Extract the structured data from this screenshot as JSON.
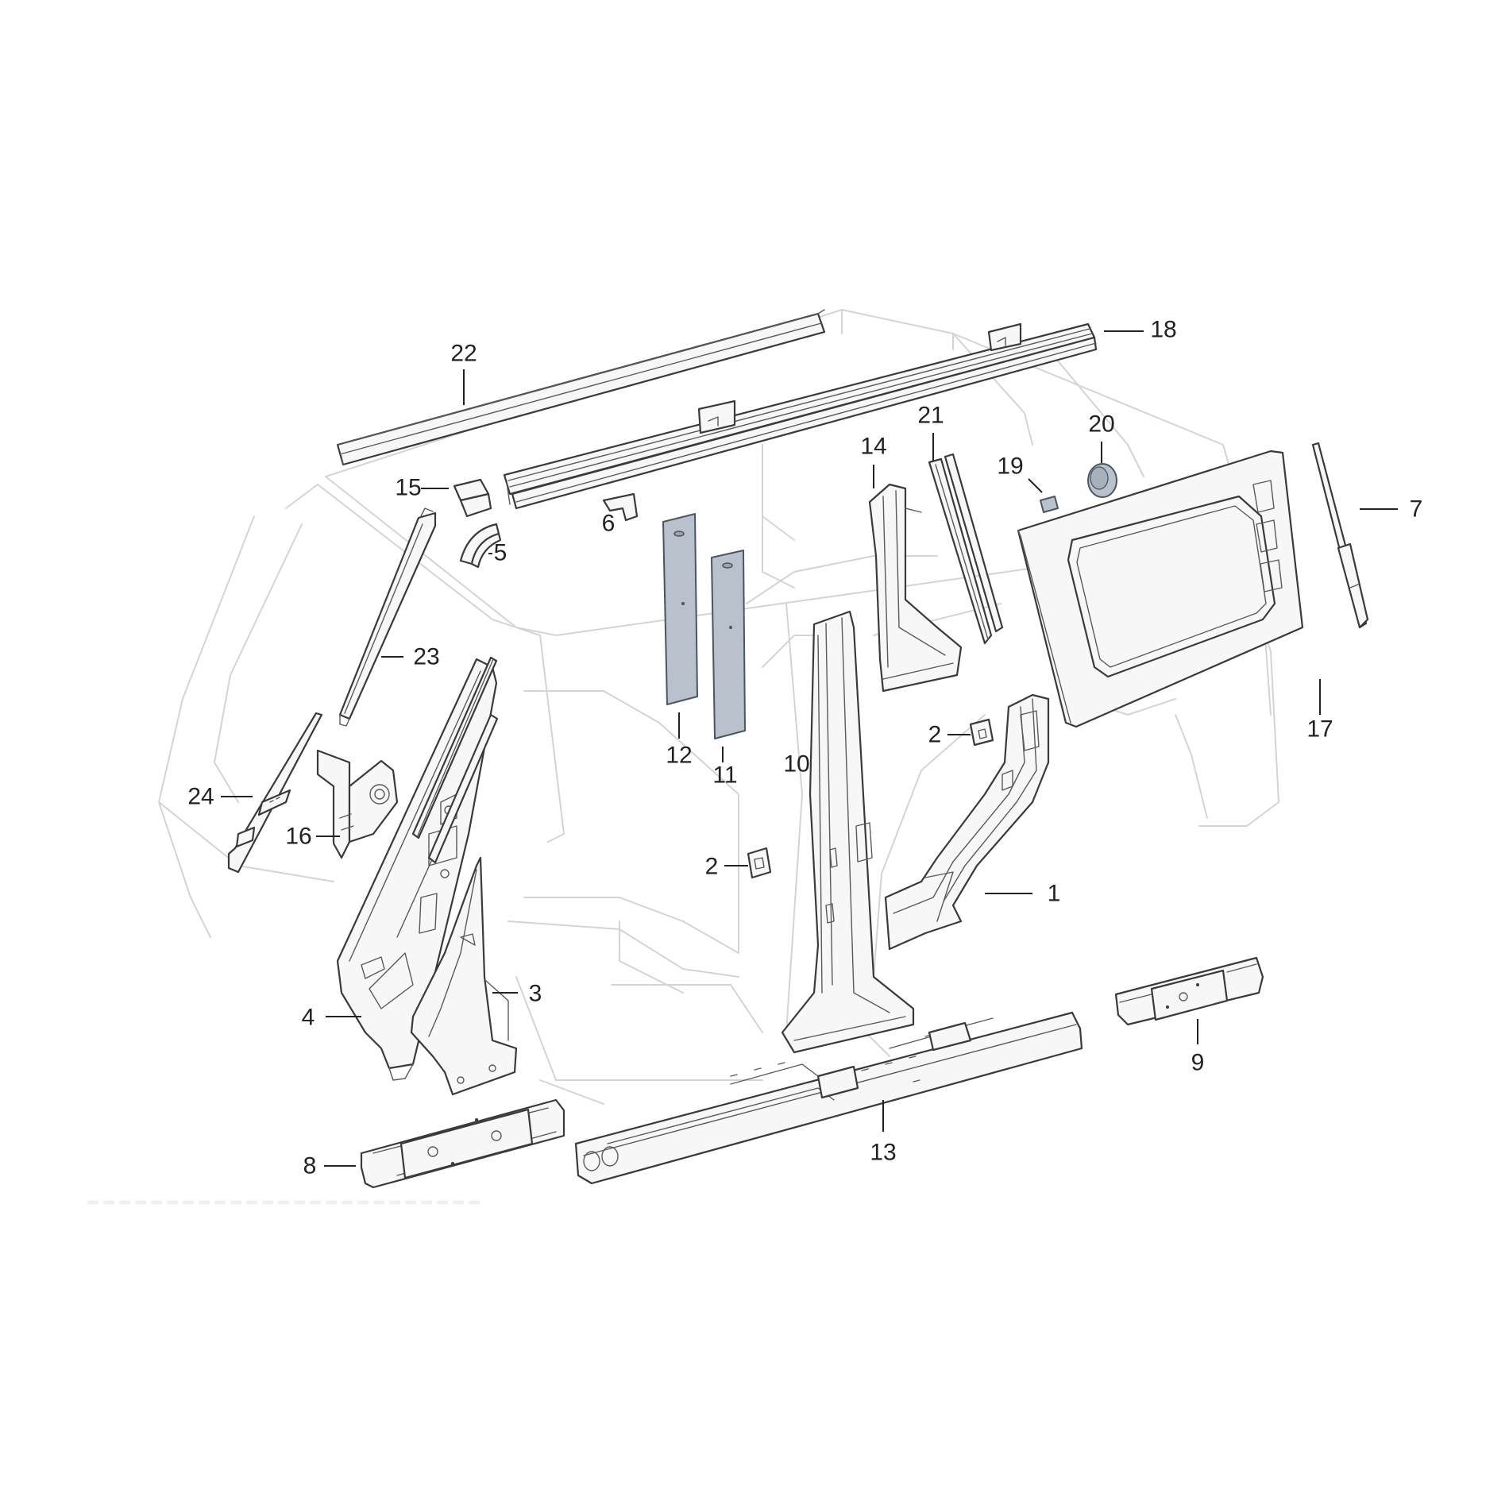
{
  "figure": {
    "callouts": [
      {
        "id": "1",
        "label": "1"
      },
      {
        "id": "2a",
        "label": "2"
      },
      {
        "id": "2b",
        "label": "2"
      },
      {
        "id": "3",
        "label": "3"
      },
      {
        "id": "4",
        "label": "4"
      },
      {
        "id": "5",
        "label": "5"
      },
      {
        "id": "6",
        "label": "6"
      },
      {
        "id": "7",
        "label": "7"
      },
      {
        "id": "8",
        "label": "8"
      },
      {
        "id": "9",
        "label": "9"
      },
      {
        "id": "10",
        "label": "10"
      },
      {
        "id": "11",
        "label": "11"
      },
      {
        "id": "12",
        "label": "12"
      },
      {
        "id": "13",
        "label": "13"
      },
      {
        "id": "14",
        "label": "14"
      },
      {
        "id": "15",
        "label": "15"
      },
      {
        "id": "16",
        "label": "16"
      },
      {
        "id": "17",
        "label": "17"
      },
      {
        "id": "18",
        "label": "18"
      },
      {
        "id": "19",
        "label": "19"
      },
      {
        "id": "20",
        "label": "20"
      },
      {
        "id": "21",
        "label": "21"
      },
      {
        "id": "22",
        "label": "22"
      },
      {
        "id": "23",
        "label": "23"
      },
      {
        "id": "24",
        "label": "24"
      }
    ]
  },
  "colors": {
    "background": "#ffffff",
    "ghost_body": "#d4d4d4",
    "part_outline": "#3a3a3a",
    "highlighted_part": "#b9c2cc",
    "label_text": "#222222"
  }
}
